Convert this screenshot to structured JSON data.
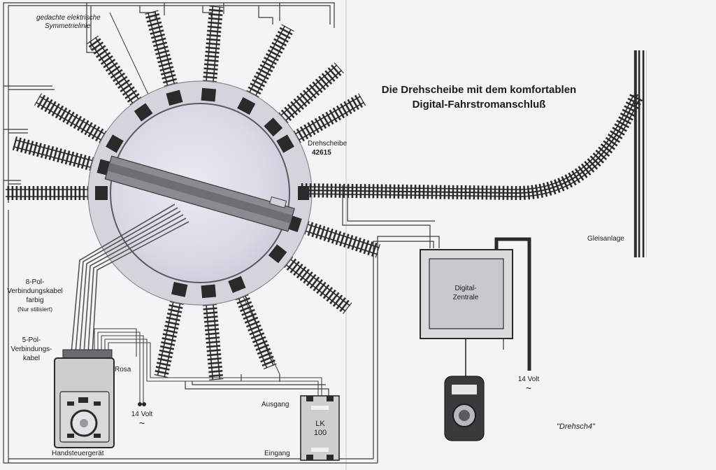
{
  "title_line1": "Die Drehscheibe mit dem komfortablen",
  "title_line2": "Digital-Fahrstromanschluß",
  "labels": {
    "symmetry_1": "gedachte elektrische",
    "symmetry_2": "Symmetrielinie",
    "turntable_name": "Drehscheibe",
    "turntable_number": "42615",
    "track_layout": "Gleisanlage",
    "digital_central_1": "Digital-",
    "digital_central_2": "Zentrale",
    "voltage_right": "14 Volt",
    "voltage_left": "14 Volt",
    "ac_symbol": "~",
    "cable8_1": "8-Pol-",
    "cable8_2": "Verbindungskabel",
    "cable8_3": "farbig",
    "cable8_4": "(Nur stilisiert)",
    "cable5_1": "5-Pol-",
    "cable5_2": "Verbindungs-",
    "cable5_3": "kabel",
    "rosa": "Rosa",
    "hand_controller": "Handsteuergerät",
    "output": "Ausgang",
    "input": "Eingang",
    "lk_1": "LK",
    "lk_2": "100",
    "drawing_id": "\"Drehsch4\""
  },
  "colors": {
    "ink": "#1b1b1b",
    "wire": "#3a3a3a",
    "ring": "#d6d3dc",
    "pit": "#e2dfe9",
    "bridge": "#7b7b80",
    "sleeper": "#2a2a2a",
    "device": "#cfcdd2",
    "paper": "#f4f4f6"
  }
}
